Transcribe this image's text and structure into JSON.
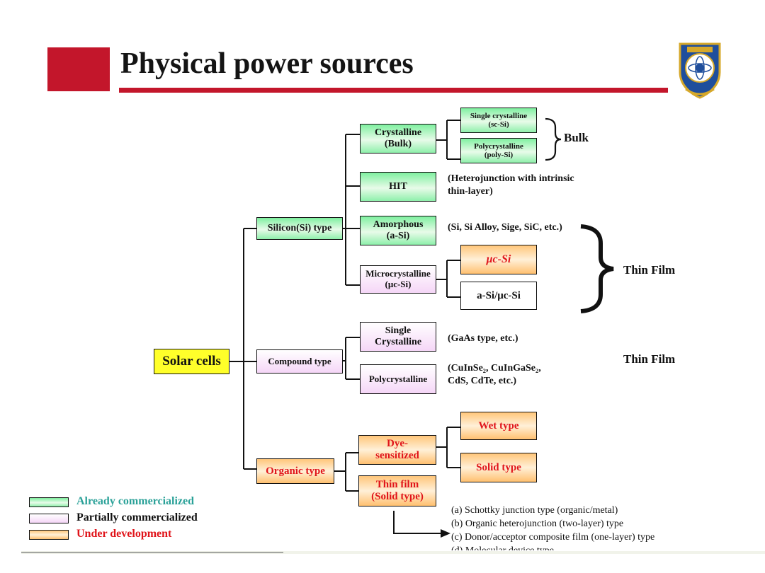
{
  "title": "Physical power sources",
  "root": "Solar cells",
  "silicon": {
    "label": "Silicon(Si) type",
    "crystalline": "Crystalline\n(Bulk)",
    "single_crystalline": "Single crystalline\n(sc-Si)",
    "polycrystalline": "Polycrystalline\n(poly-Si)",
    "bulk_label": "Bulk",
    "hit": "HIT",
    "hit_note": "(Heterojunction with intrinsic\nthin-layer)",
    "amorphous": "Amorphous\n(a-Si)",
    "amorphous_note": "(Si, Si Alloy, Sige, SiC, etc.)",
    "microcrystalline": "Microcrystalline\n(μc-Si)",
    "uc_si": "μc-Si",
    "a_si_uc_si": "a-Si/μc-Si",
    "thin_film_label": "Thin Film"
  },
  "compound": {
    "label": "Compound type",
    "single": "Single\nCrystalline",
    "single_note": "(GaAs type, etc.)",
    "poly": "Polycrystalline",
    "poly_note_line1": "(CuInSe₂, CuInGaSe₂,",
    "poly_note_line2": "CdS, CdTe, etc.)",
    "thin_film_label": "Thin Film"
  },
  "organic": {
    "label": "Organic type",
    "dye": "Dye-\nsensitized",
    "wet": "Wet type",
    "solid": "Solid type",
    "thin_film": "Thin film\n(Solid type)",
    "types": [
      "(a) Schottky junction type (organic/metal)",
      "(b) Organic heterojunction (two-layer) type",
      "(c) Donor/acceptor composite film (one-layer) type",
      "(d) Molecular device type"
    ]
  },
  "legend": [
    {
      "label": "Already commercialized",
      "color": "#2aa198"
    },
    {
      "label": "Partially commercialized",
      "color": "#111111"
    },
    {
      "label": "Under development",
      "color": "#e0141a"
    }
  ],
  "colors": {
    "accent": "#c3162b",
    "commercialized_fill": "#8ff0ab",
    "partial_fill": "#f5d6f7",
    "development_fill": "#ffc67a",
    "root_fill": "#ffff2a"
  }
}
